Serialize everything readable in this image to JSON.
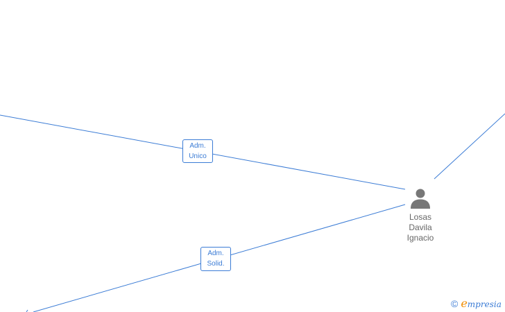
{
  "relations": [
    {
      "label_line1": "Adm.",
      "label_line2": "Unico"
    },
    {
      "label_line1": "Adm.",
      "label_line2": "Solid."
    }
  ],
  "person": {
    "name_line1": "Losas",
    "name_line2": "Davila",
    "name_line3": "Ignacio",
    "icon": "person-icon"
  },
  "watermark": {
    "symbol": "©",
    "brand_initial": "e",
    "brand_rest": "mpresia"
  },
  "colors": {
    "edge": "#3a7bd5",
    "node_text": "#666666",
    "icon": "#777777",
    "brand_accent": "#f08c00"
  }
}
